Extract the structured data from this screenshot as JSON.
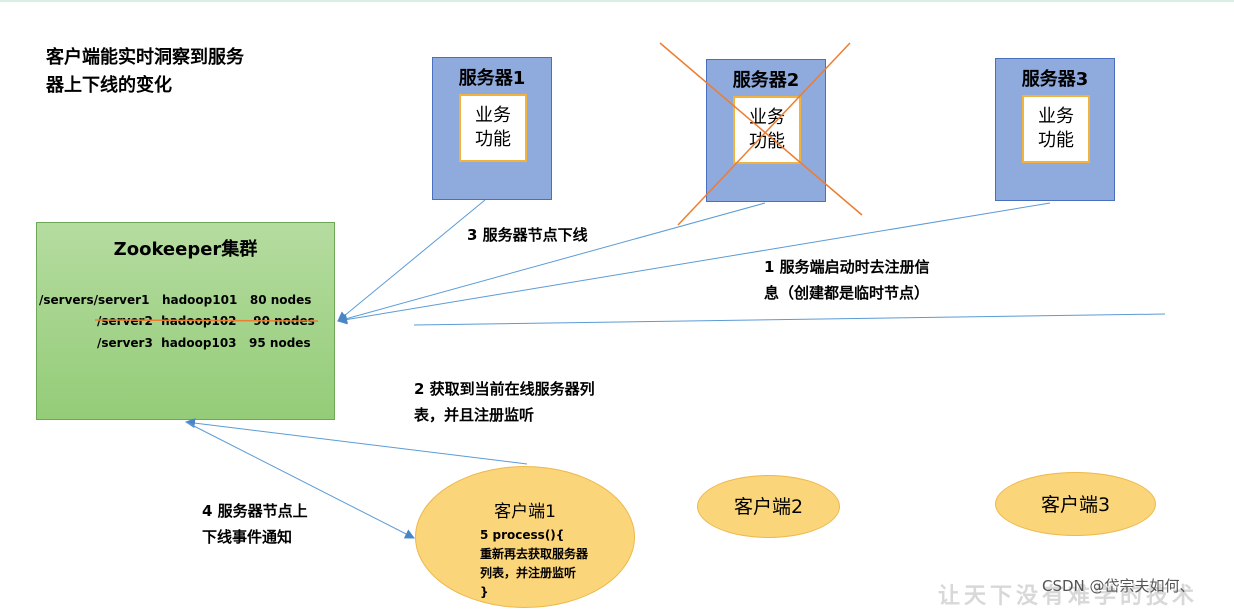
{
  "heading": {
    "line1": "客户端能实时洞察到服务",
    "line2": "器上下线的变化"
  },
  "servers": [
    {
      "title": "服务器1",
      "func_line1": "业务",
      "func_line2": "功能"
    },
    {
      "title": "服务器2",
      "func_line1": "业务",
      "func_line2": "功能"
    },
    {
      "title": "服务器3",
      "func_line1": "业务",
      "func_line2": "功能"
    }
  ],
  "zookeeper": {
    "title": "Zookeeper集群",
    "rows": [
      "/servers/server1   hadoop101   80 nodes",
      "/server2  hadoop102    90 nodes",
      "/server3  hadoop103   95 nodes"
    ]
  },
  "notes": {
    "step3": "3 服务器节点下线",
    "step1_line1": "1  服务端启动时去注册信",
    "step1_line2": "息（创建都是临时节点）",
    "step2_line1": "2  获取到当前在线服务器列",
    "step2_line2": "表，并且注册监听",
    "step4_line1": "4  服务器节点上",
    "step4_line2": "下线事件通知"
  },
  "clients": [
    {
      "title": "客户端1",
      "body": [
        "5 process(){",
        "重新再去获取服务器",
        "列表，并注册监听",
        "}"
      ]
    },
    {
      "title": "客户端2"
    },
    {
      "title": "客户端3"
    }
  ],
  "footer": {
    "credit": "CSDN @岱宗夫如何、",
    "watermark": "让天下没有难学的技术"
  },
  "colors": {
    "server_fill": "#8faadc",
    "zk_fill": "#a9d18e",
    "client_fill": "#fbd57a",
    "arrow": "#5b9bd5",
    "strike": "#ed7d31"
  }
}
